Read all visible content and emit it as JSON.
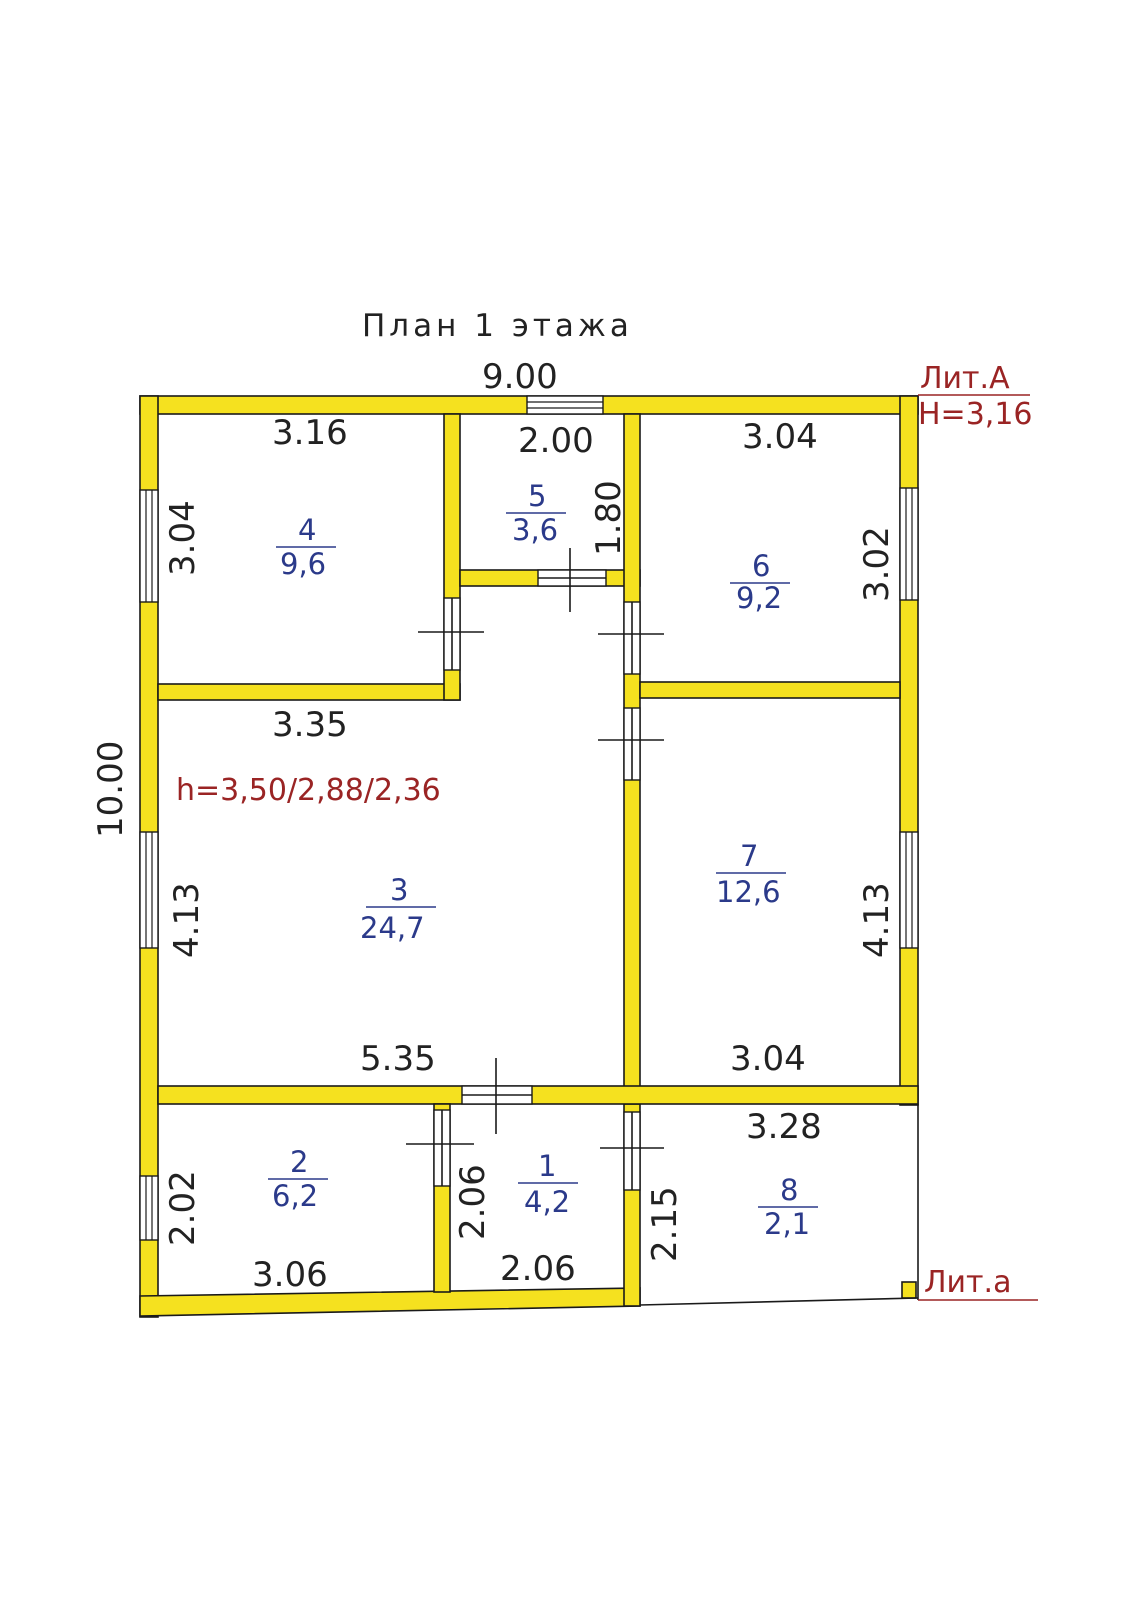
{
  "title": "План 1 этажа",
  "overall": {
    "width": "9.00",
    "height": "10.00"
  },
  "labels": {
    "lit_a": "Лит.А",
    "lit_a_height": "Н=3,16",
    "lit_small_a": "Лит.а",
    "room3_heights": "h=3,50/2,88/2,36"
  },
  "rooms": [
    {
      "number": "1",
      "area": "4,2"
    },
    {
      "number": "2",
      "area": "6,2"
    },
    {
      "number": "3",
      "area": "24,7"
    },
    {
      "number": "4",
      "area": "9,6"
    },
    {
      "number": "5",
      "area": "3,6"
    },
    {
      "number": "6",
      "area": "9,2"
    },
    {
      "number": "7",
      "area": "12,6"
    },
    {
      "number": "8",
      "area": "2,1"
    }
  ],
  "dimensions": {
    "r4_width": "3.16",
    "r4_height": "3.04",
    "r5_width": "2.00",
    "r5_height": "1.80",
    "r6_width": "3.04",
    "r6_height": "3.02",
    "r3_top": "3.35",
    "r3_side": "4.13",
    "r3_bottom": "5.35",
    "r7_side": "4.13",
    "r7_bottom": "3.04",
    "r8_width": "3.28",
    "r2_side": "2.02",
    "r2_bottom": "3.06",
    "r1_side": "2.06",
    "r1_bottom": "2.06",
    "r1_right": "2.15"
  }
}
